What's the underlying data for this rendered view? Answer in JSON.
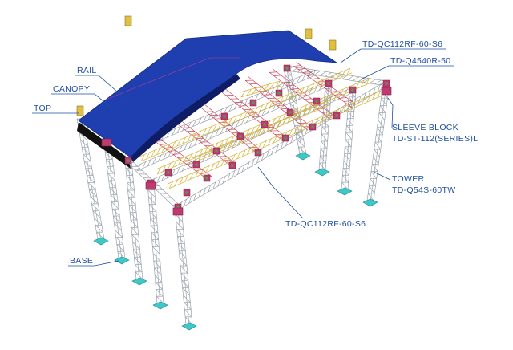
{
  "labels": {
    "rail": "RAIL",
    "canopy": "CANOPY",
    "top": "TOP",
    "base": "BASE",
    "qc_top": "TD-QC112RF-60-S6",
    "q4540": "TD-Q4540R-50",
    "sleeve_line1": "SLEEVE BLOCK",
    "sleeve_line2": "TD-ST-112(SERIES)L",
    "tower_line1": "TOWER",
    "tower_line2": "TD-Q54S-60TW",
    "qc_bottom": "TD-QC112RF-60-S6"
  },
  "colors": {
    "canopy": "#1f3fb0",
    "label": "#1f4fa0",
    "truss_red": "#d0455a",
    "truss_yellow": "#d4b43a",
    "truss_gray": "#8c949c",
    "base_plate": "#3ec8c8",
    "connector": "#c03a70",
    "top_cap": "#e0c040"
  }
}
